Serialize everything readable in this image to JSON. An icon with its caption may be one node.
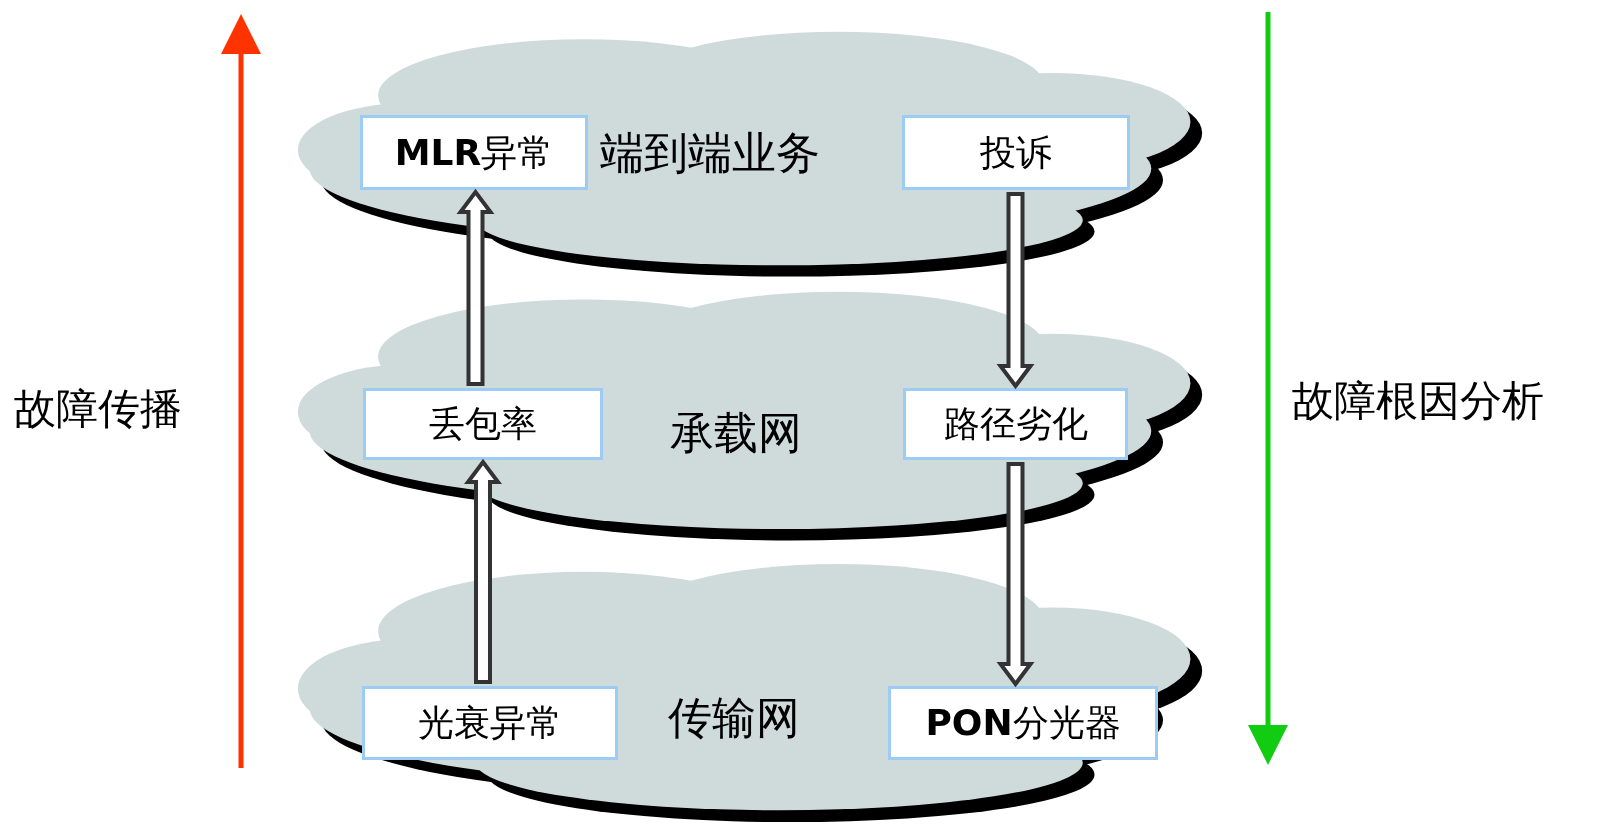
{
  "diagram": {
    "nodes": [
      {
        "text": [
          "端到端业务"
        ]
      },
      {
        "text": [
          "**MLR**异常"
        ],
        "in": 0
      },
      {
        "text": [
          "投诉"
        ],
        "in": 0
      },
      {
        "text": [
          "承载网"
        ]
      },
      {
        "text": [
          "丢包率"
        ],
        "in": 3
      },
      {
        "text": [
          "路径劣化"
        ],
        "in": 3
      },
      {
        "text": [
          "传输网"
        ]
      },
      {
        "text": [
          "光衰异常"
        ],
        "in": 6
      },
      {
        "text": [
          "**PON**分光器"
        ],
        "in": 6
      }
    ],
    "edges": [
      {
        "from": 4,
        "to": 1,
        "arrow": "to"
      },
      {
        "from": 7,
        "to": 4,
        "arrow": "to"
      },
      {
        "from": 2,
        "to": 5,
        "arrow": "to"
      },
      {
        "from": 5,
        "to": 8,
        "arrow": "to"
      }
    ],
    "labels": [
      "故障传播",
      "故障根因分析"
    ]
  }
}
